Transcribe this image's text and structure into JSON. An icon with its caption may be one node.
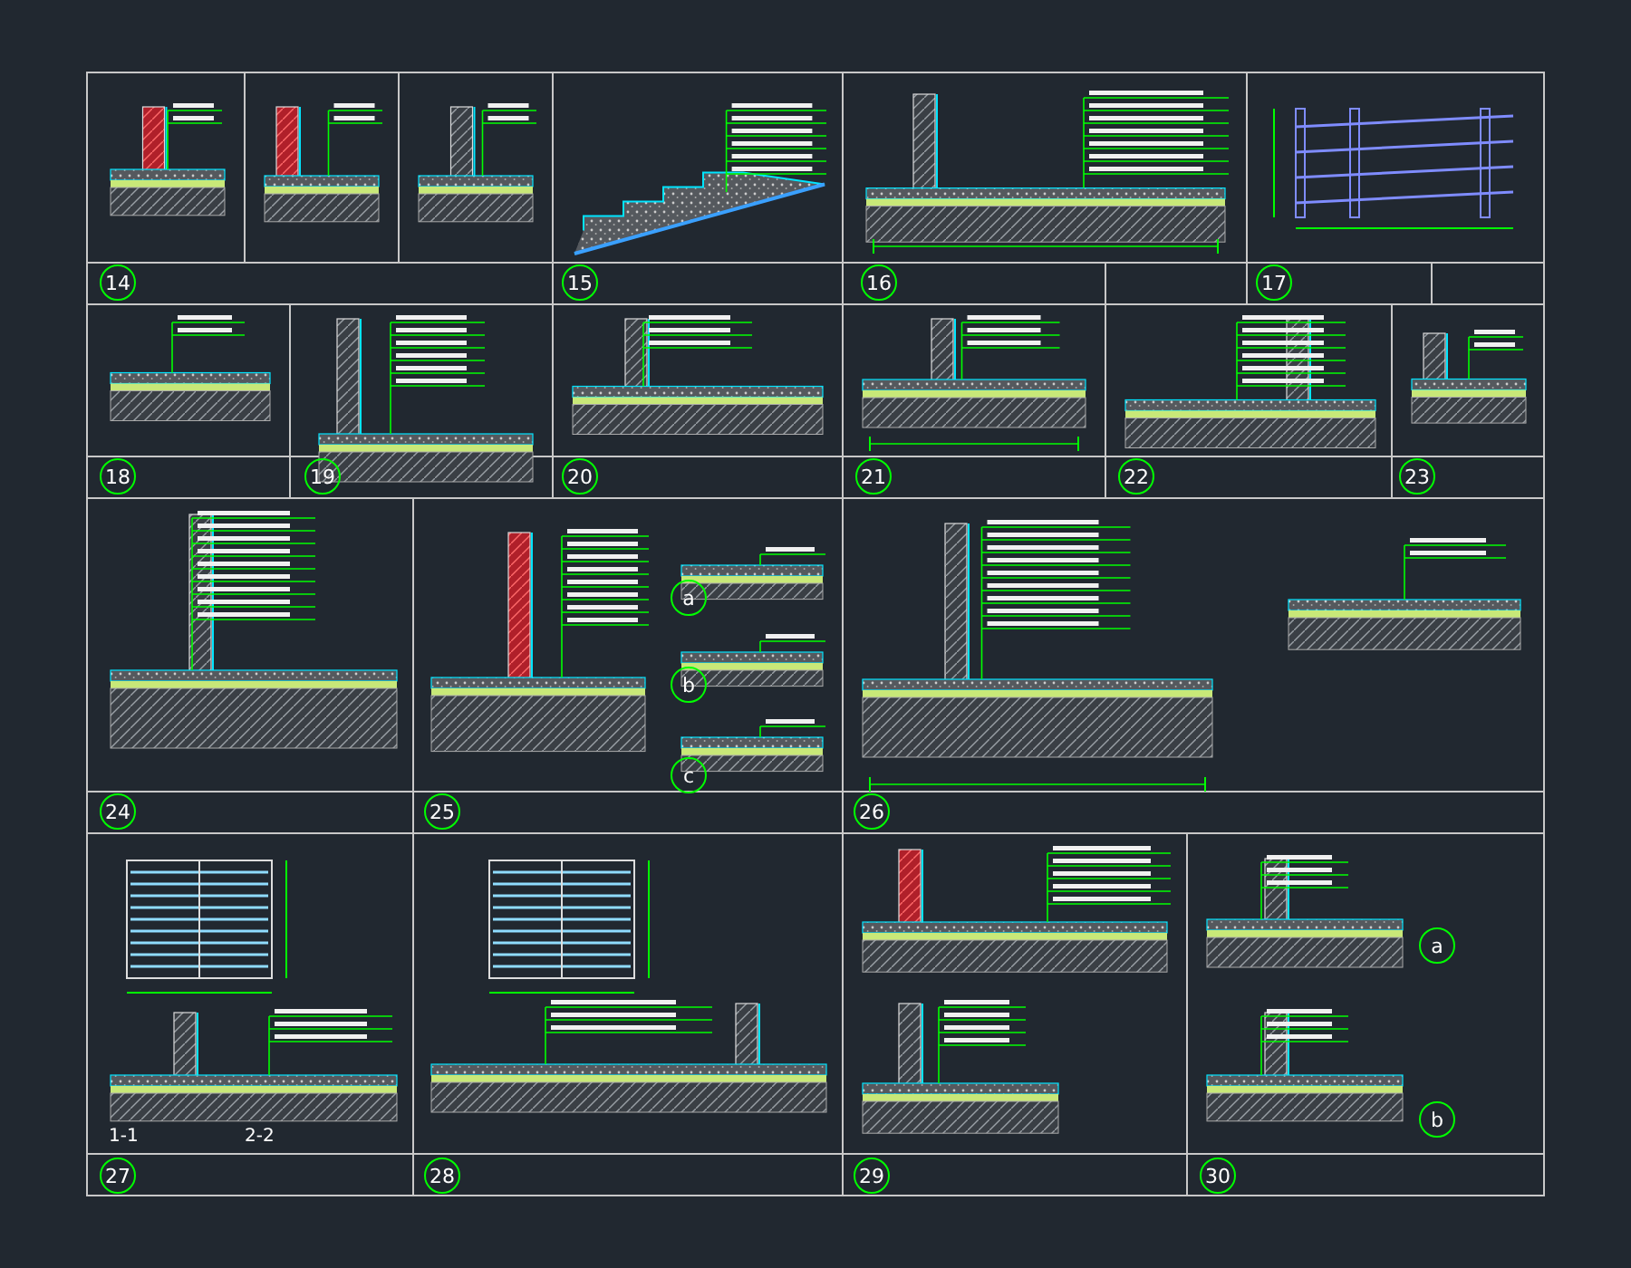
{
  "diagram": {
    "labels": [
      "14",
      "15",
      "16",
      "17",
      "18",
      "19",
      "20",
      "21",
      "22",
      "23",
      "a",
      "b",
      "c",
      "24",
      "25",
      "26",
      "a",
      "1-1",
      "2-2",
      "b",
      "27",
      "28",
      "29",
      "30"
    ]
  }
}
